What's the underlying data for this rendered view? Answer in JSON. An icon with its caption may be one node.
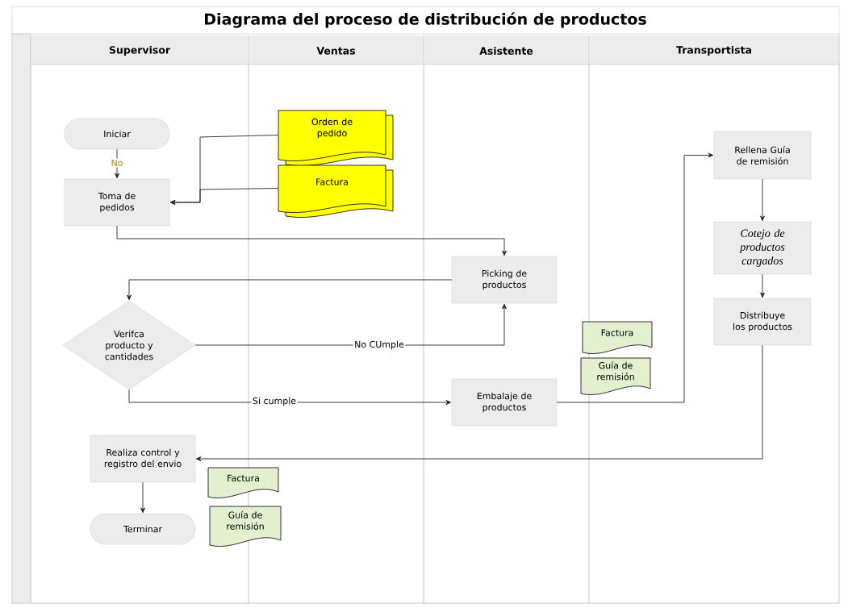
{
  "diagram": {
    "title": "Diagrama del proceso de distribución de productos",
    "nodes": [
      {
        "text": [
          "Supervisor"
        ]
      },
      {
        "text": [
          "Ventas"
        ]
      },
      {
        "text": [
          "Asistente"
        ]
      },
      {
        "text": [
          "Transportista"
        ]
      },
      {
        "text": [
          "Iniciar"
        ],
        "in": 0
      },
      {
        "text": [
          "Orden de pedido"
        ],
        "in": 1
      },
      {
        "text": [
          "Factura"
        ],
        "in": 1
      },
      {
        "text": [
          "Toma de pedidos"
        ],
        "in": 0
      },
      {
        "text": [
          "Picking de productos"
        ],
        "in": 2
      },
      {
        "text": [
          "Verifca producto y cantidades"
        ],
        "in": 0
      },
      {
        "text": [
          "Embalaje de productos"
        ],
        "in": 2
      },
      {
        "text": [
          "Rellena Guía de remisión"
        ],
        "in": 3
      },
      {
        "text": [
          "Cotejo de productos cargados"
        ],
        "in": 3
      },
      {
        "text": [
          "Distribuye los productos"
        ],
        "in": 3
      },
      {
        "text": [
          "Factura"
        ]
      },
      {
        "text": [
          "Guía de remisión"
        ]
      },
      {
        "text": [
          "Realiza control y registro del envio"
        ],
        "in": 0
      },
      {
        "text": [
          "Factura"
        ]
      },
      {
        "text": [
          "Guía de remisión"
        ]
      },
      {
        "text": [
          "Terminar"
        ],
        "in": 0
      }
    ],
    "edges": [
      {
        "from": 4,
        "to": 7,
        "arrow": "to",
        "label": "No"
      },
      {
        "from": 5,
        "to": 7,
        "arrow": "to"
      },
      {
        "from": 6,
        "to": 7,
        "arrow": "to"
      },
      {
        "from": 7,
        "to": 8,
        "arrow": "to"
      },
      {
        "from": 8,
        "to": 9,
        "arrow": "to"
      },
      {
        "from": 9,
        "to": 8,
        "arrow": "to",
        "label": "No CUmple"
      },
      {
        "from": 9,
        "to": 10,
        "arrow": "to",
        "label": "Si cumple"
      },
      {
        "from": 10,
        "to": 11,
        "arrow": "to"
      },
      {
        "from": 11,
        "to": 12,
        "arrow": "to"
      },
      {
        "from": 12,
        "to": 13,
        "arrow": "to"
      },
      {
        "from": 13,
        "to": 16,
        "arrow": "to"
      },
      {
        "from": 16,
        "to": 19,
        "arrow": "to"
      }
    ]
  }
}
